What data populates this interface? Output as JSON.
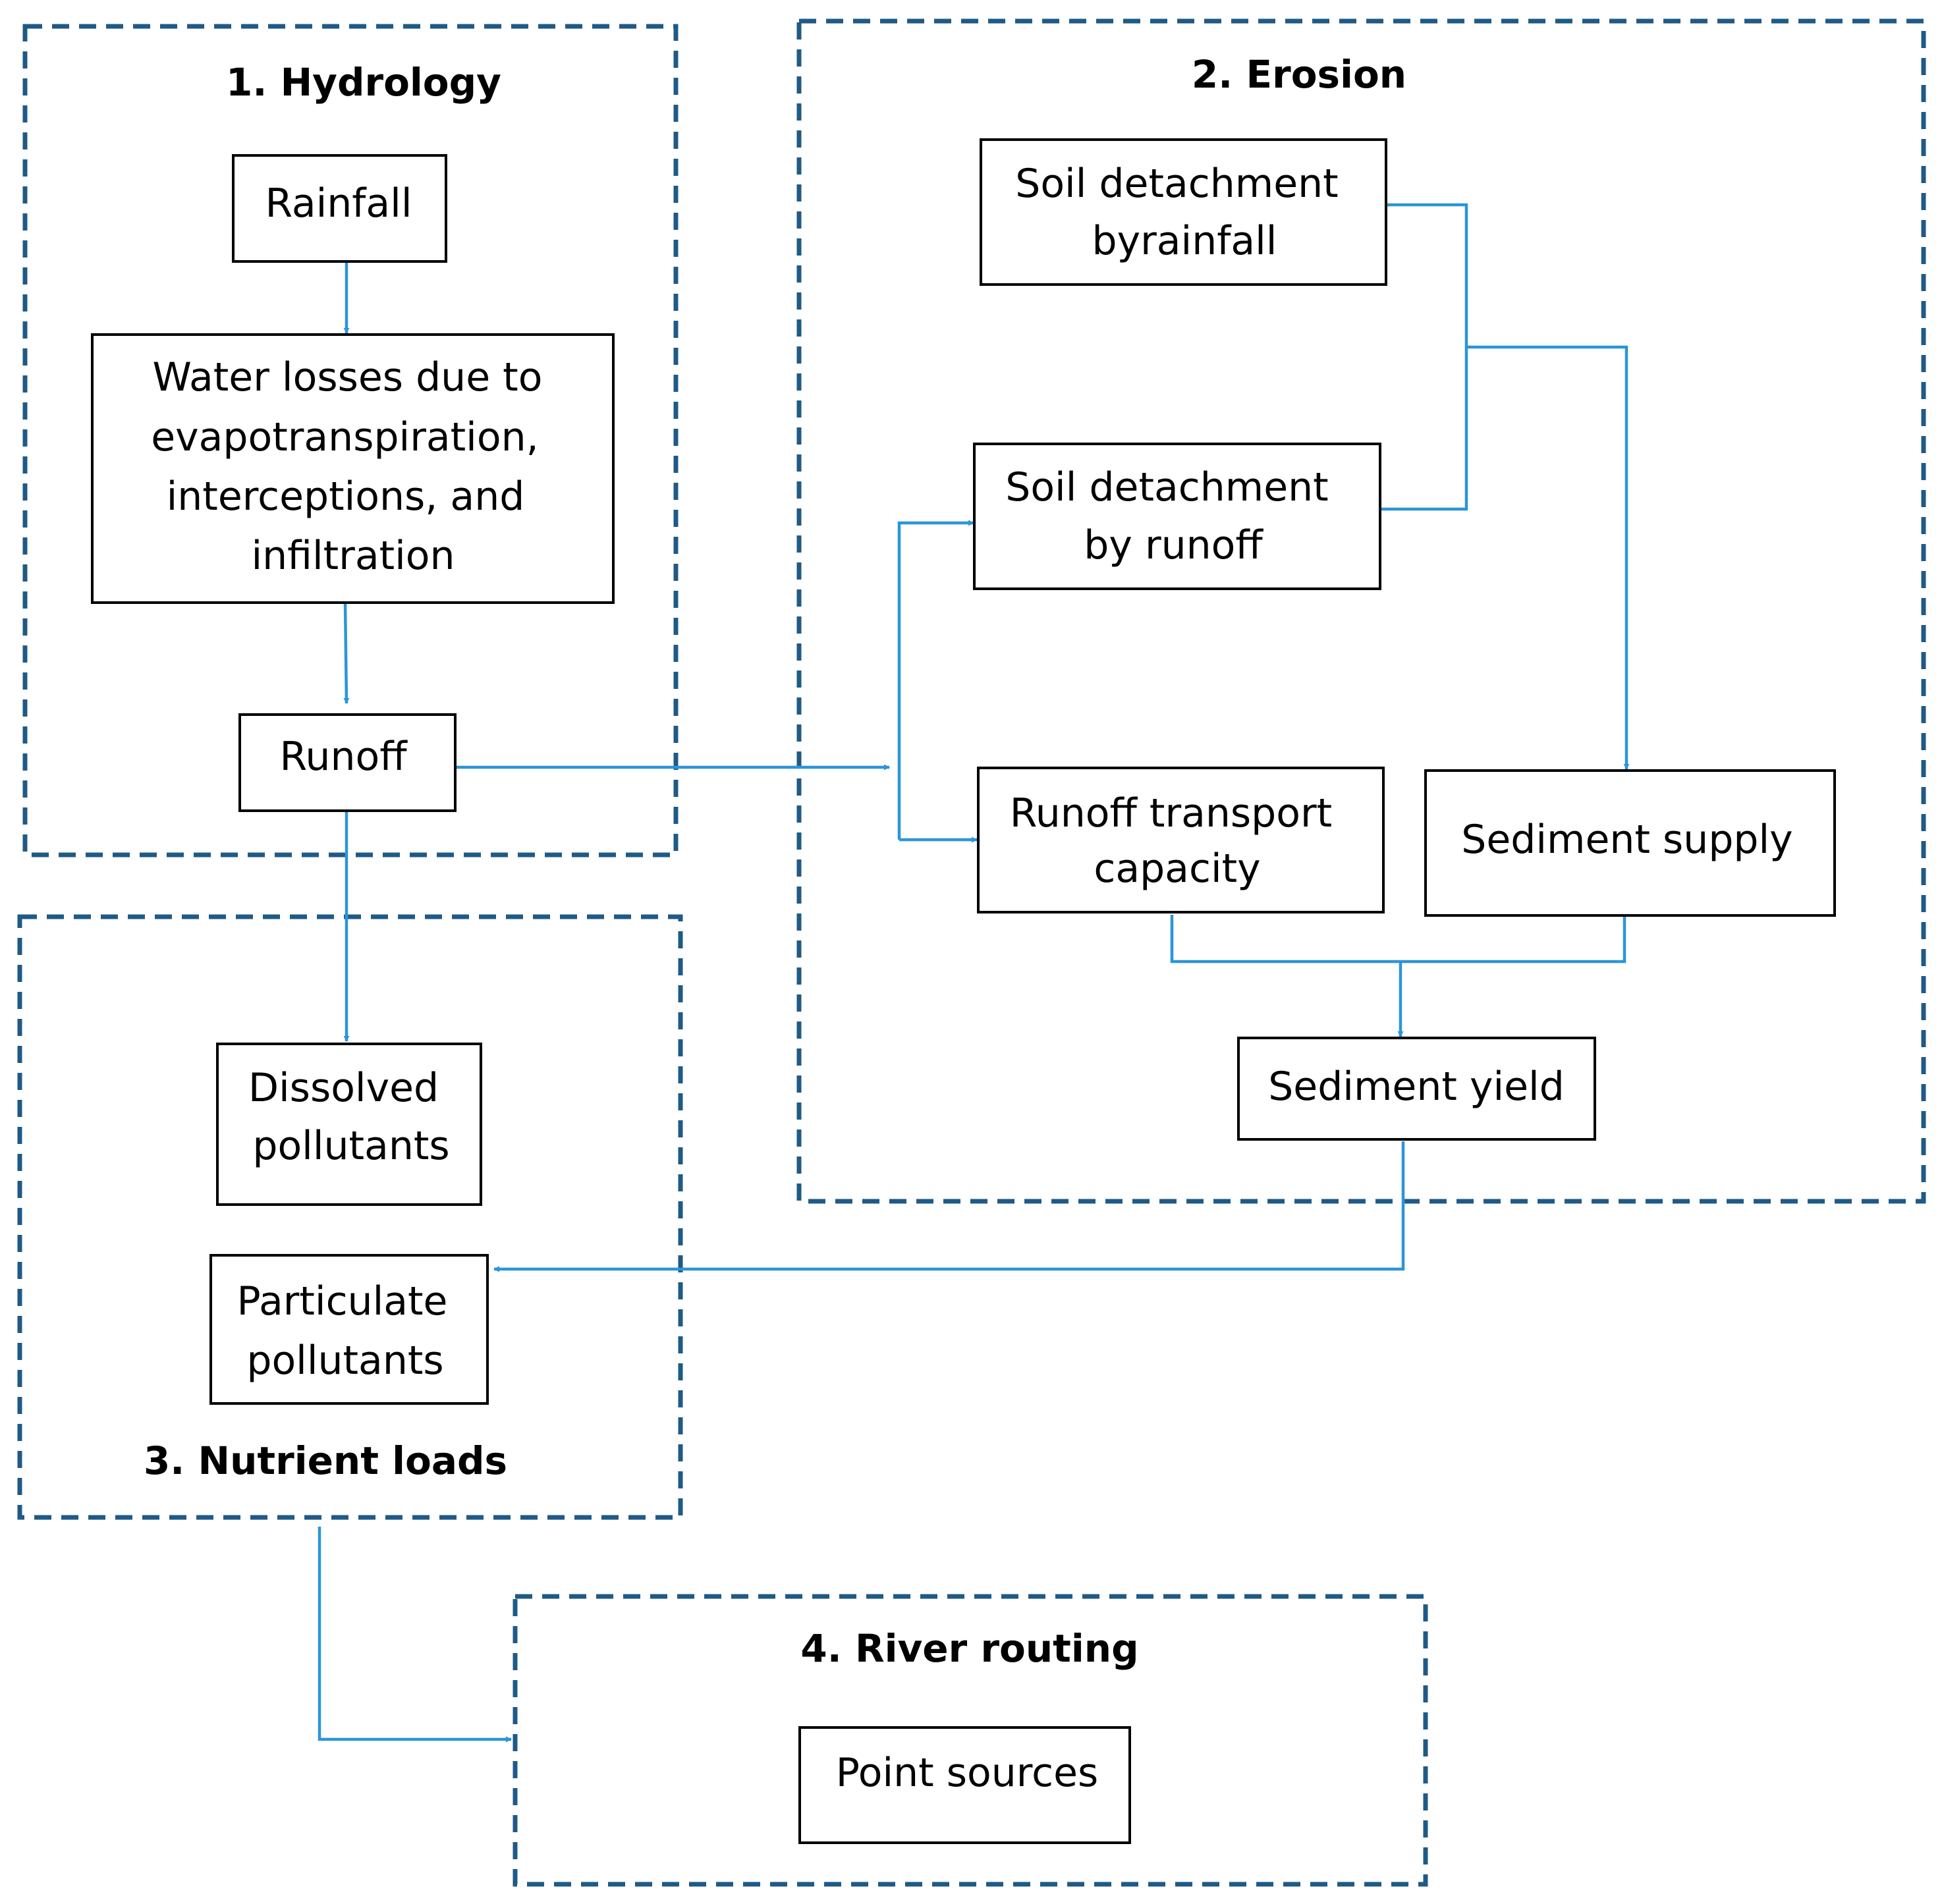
{
  "colors": {
    "frame": "#1f5a86",
    "flow": "#2b95d9",
    "box_border": "#000000",
    "text": "#000000"
  },
  "groups": {
    "hydrology": {
      "title": "1. Hydrology"
    },
    "erosion": {
      "title": "2. Erosion"
    },
    "nutrient": {
      "title": "3. Nutrient loads"
    },
    "river": {
      "title": "4. River routing"
    }
  },
  "nodes": {
    "rainfall": {
      "lines": [
        "Rainfall"
      ]
    },
    "water_losses": {
      "lines": [
        "Water losses due to",
        "evapotranspiration,",
        "interceptions, and",
        "infiltration"
      ]
    },
    "runoff": {
      "lines": [
        "Runoff"
      ]
    },
    "soil_rain": {
      "lines": [
        "Soil detachment",
        "byrainfall"
      ]
    },
    "soil_runoff": {
      "lines": [
        "Soil detachment",
        "by runoff"
      ]
    },
    "transport": {
      "lines": [
        "Runoff transport",
        "capacity"
      ]
    },
    "supply": {
      "lines": [
        "Sediment supply"
      ]
    },
    "yield": {
      "lines": [
        "Sediment yield"
      ]
    },
    "dissolved": {
      "lines": [
        "Dissolved",
        "pollutants"
      ]
    },
    "particulate": {
      "lines": [
        "Particulate",
        "pollutants"
      ]
    },
    "point": {
      "lines": [
        "Point sources"
      ]
    }
  }
}
